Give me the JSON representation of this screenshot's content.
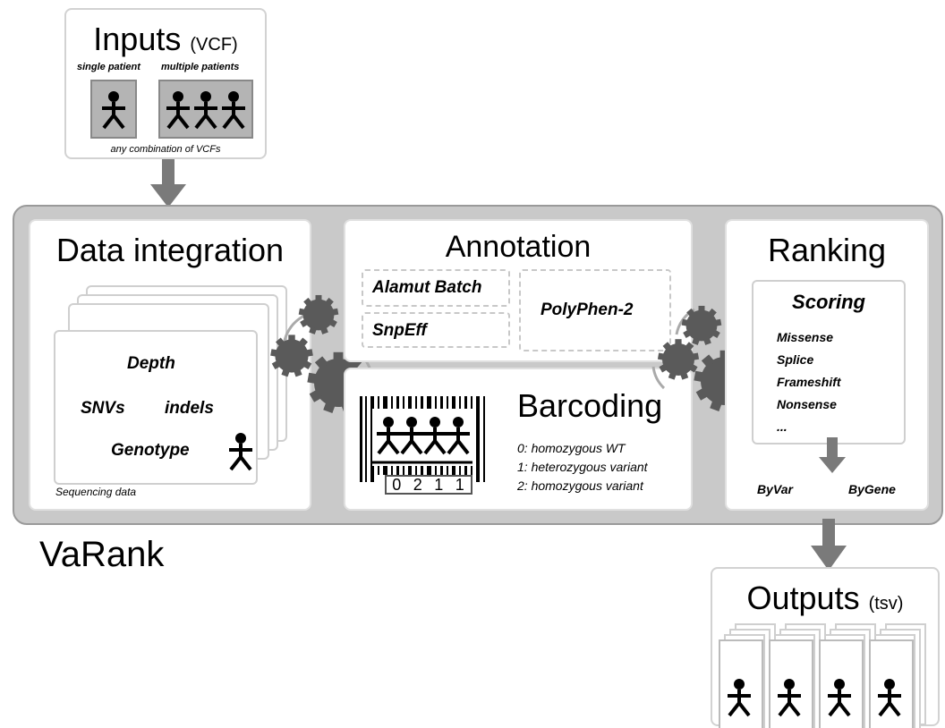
{
  "inputs": {
    "title": "Inputs",
    "format": "(VCF)",
    "single_label": "single patient",
    "multiple_label": "multiple patients",
    "caption": "any combination of VCFs"
  },
  "data_integration": {
    "title": "Data integration",
    "items": {
      "depth": "Depth",
      "snvs": "SNVs",
      "indels": "indels",
      "genotype": "Genotype"
    },
    "caption": "Sequencing data"
  },
  "annotation": {
    "title": "Annotation",
    "tools": {
      "alamut": "Alamut Batch",
      "snpeff": "SnpEff",
      "polyphen": "PolyPhen-2"
    }
  },
  "barcoding": {
    "title": "Barcoding",
    "code": [
      "0",
      "2",
      "1",
      "1"
    ],
    "legend": [
      "0: homozygous WT",
      "1: heterozygous variant",
      "2: homozygous variant"
    ]
  },
  "ranking": {
    "title": "Ranking",
    "scoring": {
      "title": "Scoring",
      "items": [
        "Missense",
        "Splice",
        "Frameshift",
        "Nonsense",
        "..."
      ]
    },
    "outputs": {
      "by_var": "ByVar",
      "by_gene": "ByGene"
    }
  },
  "app_name": "VaRank",
  "outputs": {
    "title": "Outputs",
    "format": "(tsv)"
  },
  "colors": {
    "panel_gray": "#c9c9c9",
    "gear_gray": "#5a5a5a",
    "arrow_gray": "#7a7a7a",
    "border": "#d2d2d2"
  },
  "icons": [
    "person-icon",
    "gear-icon",
    "barcode-icon",
    "arrow-down-icon"
  ]
}
